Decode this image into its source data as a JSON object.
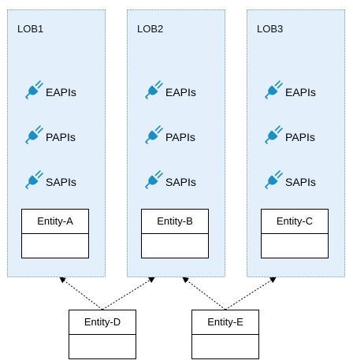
{
  "lobs": [
    {
      "title": "LOB1",
      "apis": [
        "EAPIs",
        "PAPIs",
        "SAPIs"
      ],
      "entity": "Entity-A"
    },
    {
      "title": "LOB2",
      "apis": [
        "EAPIs",
        "PAPIs",
        "SAPIs"
      ],
      "entity": "Entity-B"
    },
    {
      "title": "LOB3",
      "apis": [
        "EAPIs",
        "PAPIs",
        "SAPIs"
      ],
      "entity": "Entity-C"
    }
  ],
  "shared_entities": [
    "Entity-D",
    "Entity-E"
  ],
  "icons": {
    "api": "plug-connector-icon"
  },
  "colors": {
    "lob_fill": "#e3f0fb",
    "lob_border": "#6d9ec2",
    "plug": "#1b8fc3",
    "arrow": "#000000"
  }
}
